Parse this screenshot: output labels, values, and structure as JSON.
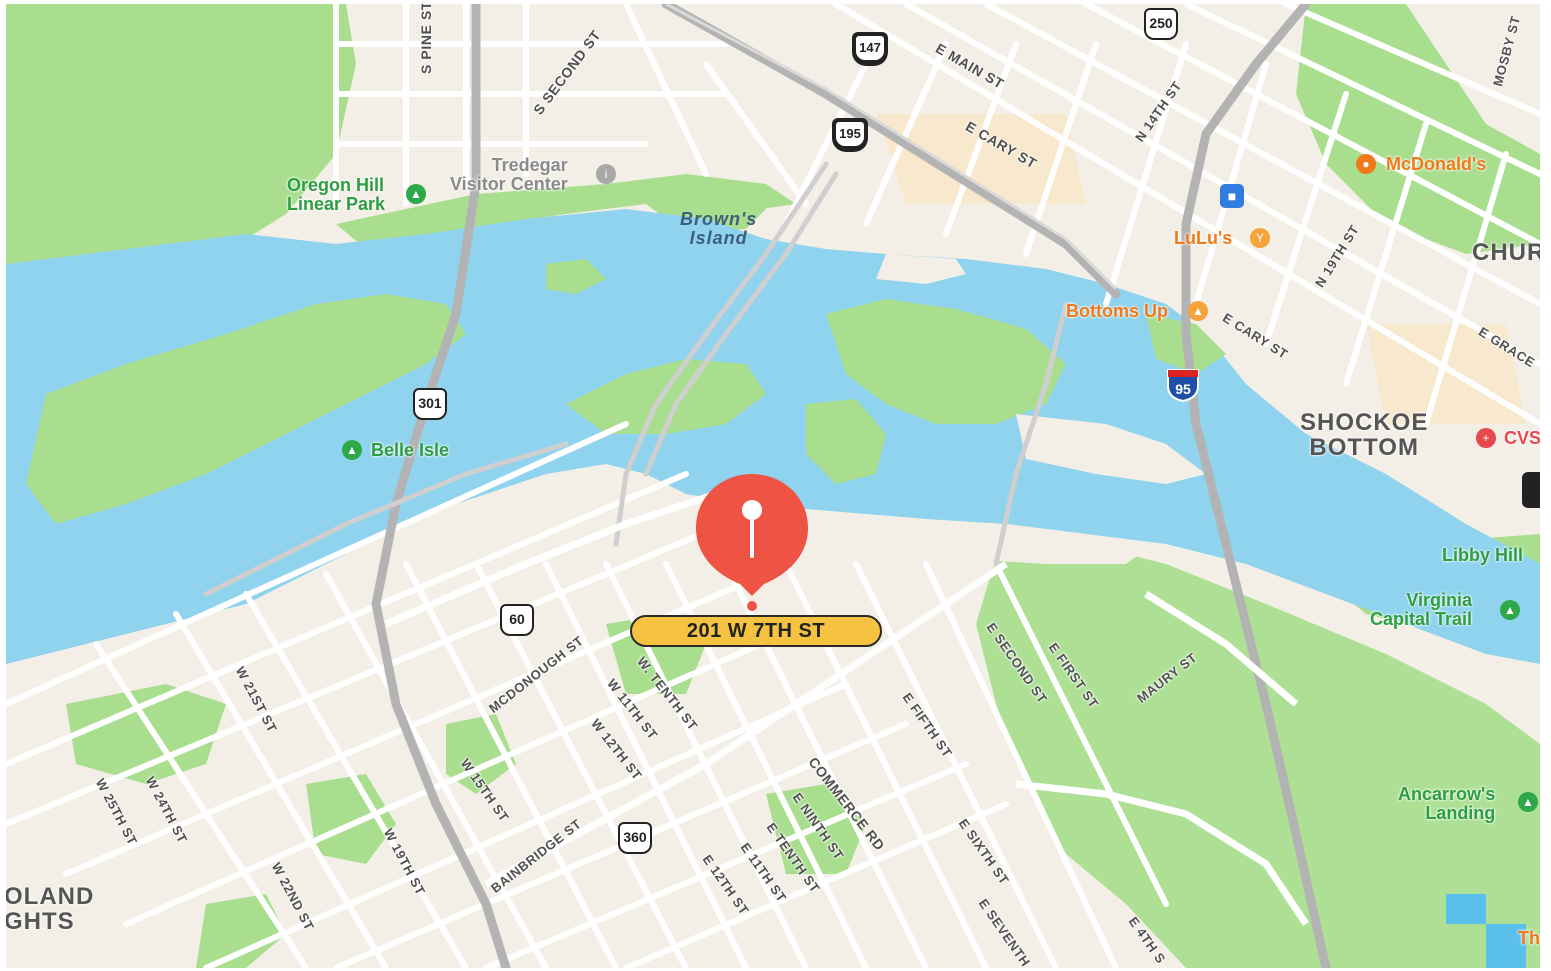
{
  "map": {
    "colors": {
      "land": "#f3efe7",
      "water": "#8fd3ee",
      "park": "#a9de8f",
      "road": "#ffffff",
      "highway": "#b6b6b6",
      "pin": "#ef5343",
      "label_bg": "#f5c242"
    },
    "selected_location": {
      "label": "201 W 7TH ST",
      "icon": "map-pin-icon"
    },
    "streets": {
      "s_pine": "S PINE ST",
      "s_second": "S SECOND ST",
      "e_main": "E MAIN ST",
      "e_cary_top": "E CARY ST",
      "n_14th": "N 14TH ST",
      "mosby": "MOSBY ST",
      "n_19th": "N 19TH ST",
      "e_cary_mid": "E CARY ST",
      "e_grace": "E GRACE",
      "mcdonough": "MCDONOUGH ST",
      "w_tenth": "W. TENTH ST",
      "w_11th": "W 11TH ST",
      "w_12th": "W 12TH ST",
      "w_15th": "W 15TH ST",
      "w_21st": "W 21ST ST",
      "w_24th": "W 24TH ST",
      "w_25th": "W 25TH ST",
      "w_22nd": "W 22ND ST",
      "w_19th": "W 19TH ST",
      "bainbridge": "BAINBRIDGE ST",
      "commerce": "COMMERCE RD",
      "e_ninth": "E NINTH ST",
      "e_tenth": "E TENTH ST",
      "e_11th": "E 11TH ST",
      "e_12th": "E 12TH ST",
      "e_second": "E SECOND ST",
      "e_first": "E FIRST ST",
      "maury": "MAURY ST",
      "e_fifth": "E FIFTH ST",
      "e_sixth": "E SIXTH ST",
      "e_seventh": "E SEVENTH",
      "e_4th": "E 4TH S"
    },
    "shields": {
      "us_250": "250",
      "va_147": "147",
      "va_195": "195",
      "us_301": "301",
      "us_60": "60",
      "us_360": "360",
      "i_95": "95"
    },
    "parks": {
      "oregon_hill": "Oregon Hill\nLinear Park",
      "belle_isle": "Belle Isle",
      "libby_hill": "Libby Hill",
      "virginia_capital": "Virginia\nCapital Trail",
      "ancarrows": "Ancarrow's\nLanding"
    },
    "pois": {
      "tredegar": "Tredegar\nVisitor Center",
      "mcdonalds": "McDonald's",
      "lulus": "LuLu's",
      "bottoms_up": "Bottoms Up",
      "cvs": "CVS",
      "th": "Th"
    },
    "islands": {
      "browns": "Brown's\nIsland"
    },
    "districts": {
      "shockoe": "SHOCKOE\nBOTTOM",
      "church": "CHURC",
      "oland": "OLAND\nGHTS"
    }
  }
}
